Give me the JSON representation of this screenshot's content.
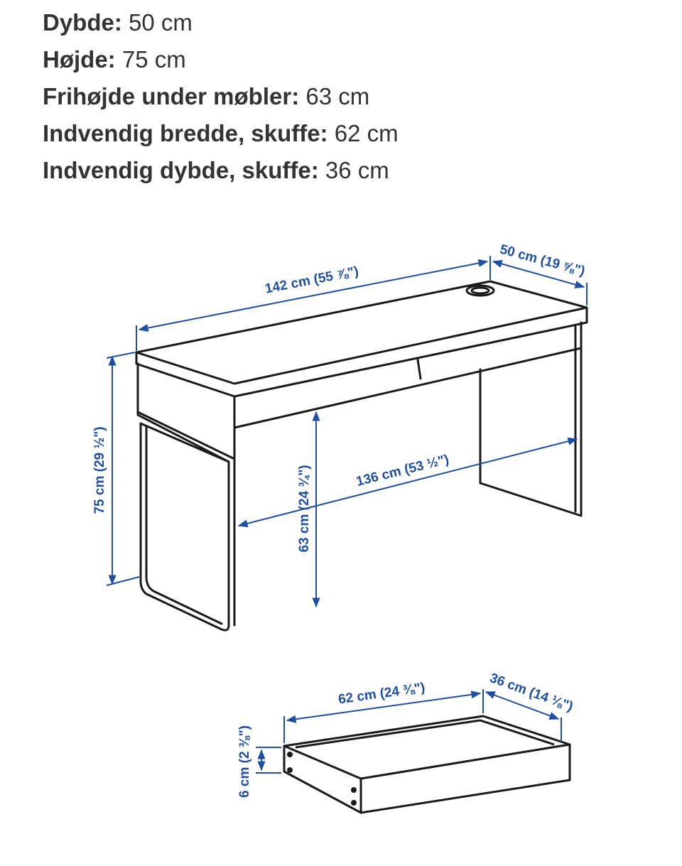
{
  "specs": [
    {
      "label": "Dybde:",
      "value": "50 cm"
    },
    {
      "label": "Højde:",
      "value": "75 cm"
    },
    {
      "label": "Frihøjde under møbler:",
      "value": "63 cm"
    },
    {
      "label": "Indvendig bredde, skuffe:",
      "value": "62 cm"
    },
    {
      "label": "Indvendig dybde, skuffe:",
      "value": "36 cm"
    }
  ],
  "diagram": {
    "colors": {
      "dimension": "#1f4fa3",
      "line": "#1a1a1a",
      "text": "#333333"
    },
    "desk": {
      "width_label": "142 cm (55 ⅞\")",
      "depth_label": "50 cm (19 ⅝\")",
      "height_label": "75 cm (29 ½\")",
      "clearance_label": "63 cm (24 ¾\")",
      "inner_width_label": "136 cm (53 ½\")"
    },
    "drawer": {
      "width_label": "62 cm (24 ⅜\")",
      "depth_label": "36 cm (14 ⅛\")",
      "height_label": "6 cm (2 ⅜\")"
    }
  }
}
